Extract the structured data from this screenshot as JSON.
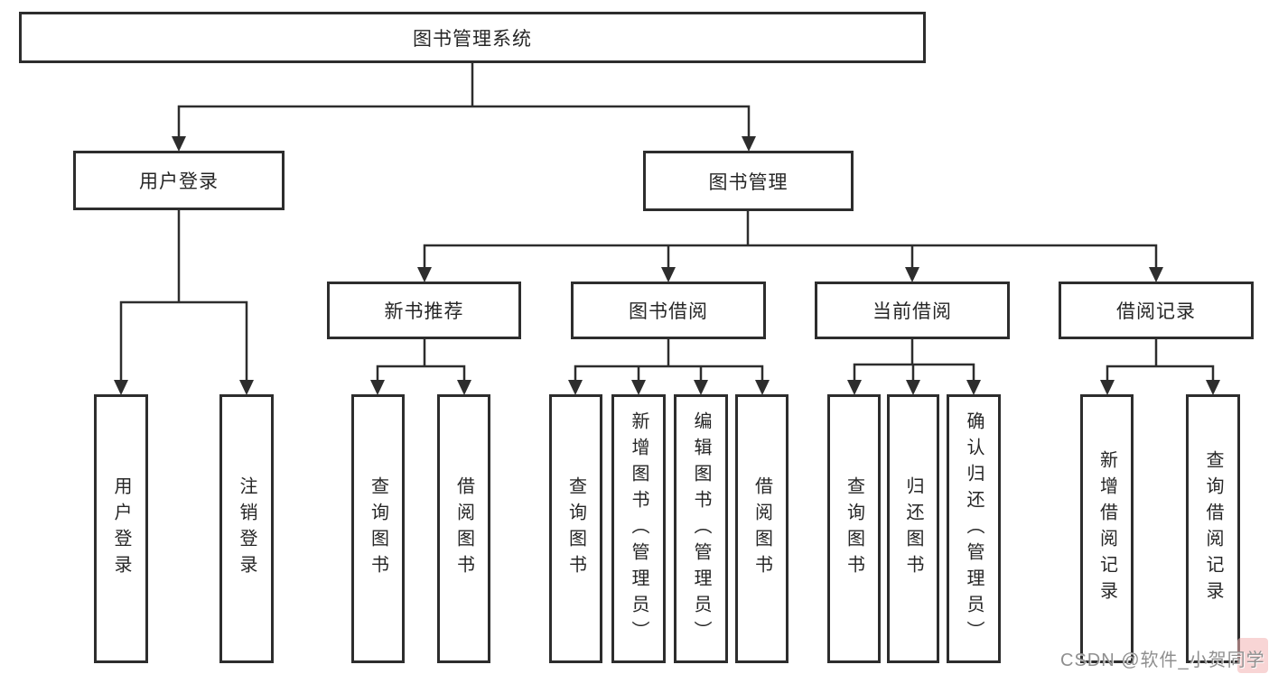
{
  "diagram_title": "图书管理系统",
  "colors": {
    "line": "#2d2d2d",
    "box_border": "#2d2d2d",
    "box_fill": "#ffffff",
    "text": "#262626",
    "watermark_text": "#8f8f8f",
    "watermark_accent": "#f2b2b2"
  },
  "root": {
    "label": "图书管理系统"
  },
  "level1": [
    {
      "label": "用户登录"
    },
    {
      "label": "图书管理"
    }
  ],
  "level2": [
    {
      "label": "新书推荐"
    },
    {
      "label": "图书借阅"
    },
    {
      "label": "当前借阅"
    },
    {
      "label": "借阅记录"
    }
  ],
  "leaves": {
    "user_login": [
      {
        "label": "用户登录"
      },
      {
        "label": "注销登录"
      }
    ],
    "new_book": [
      {
        "label": "查询图书"
      },
      {
        "label": "借阅图书"
      }
    ],
    "book_borrow": [
      {
        "label": "查询图书"
      },
      {
        "label": "新增图书（管理员）"
      },
      {
        "label": "编辑图书（管理员）"
      },
      {
        "label": "借阅图书"
      }
    ],
    "current_borrow": [
      {
        "label": "查询图书"
      },
      {
        "label": "归还图书"
      },
      {
        "label": "确认归还（管理员）"
      }
    ],
    "borrow_record": [
      {
        "label": "新增借阅记录"
      },
      {
        "label": "查询借阅记录"
      }
    ]
  },
  "watermark": {
    "text": "CSDN @软件_小贺同学"
  }
}
